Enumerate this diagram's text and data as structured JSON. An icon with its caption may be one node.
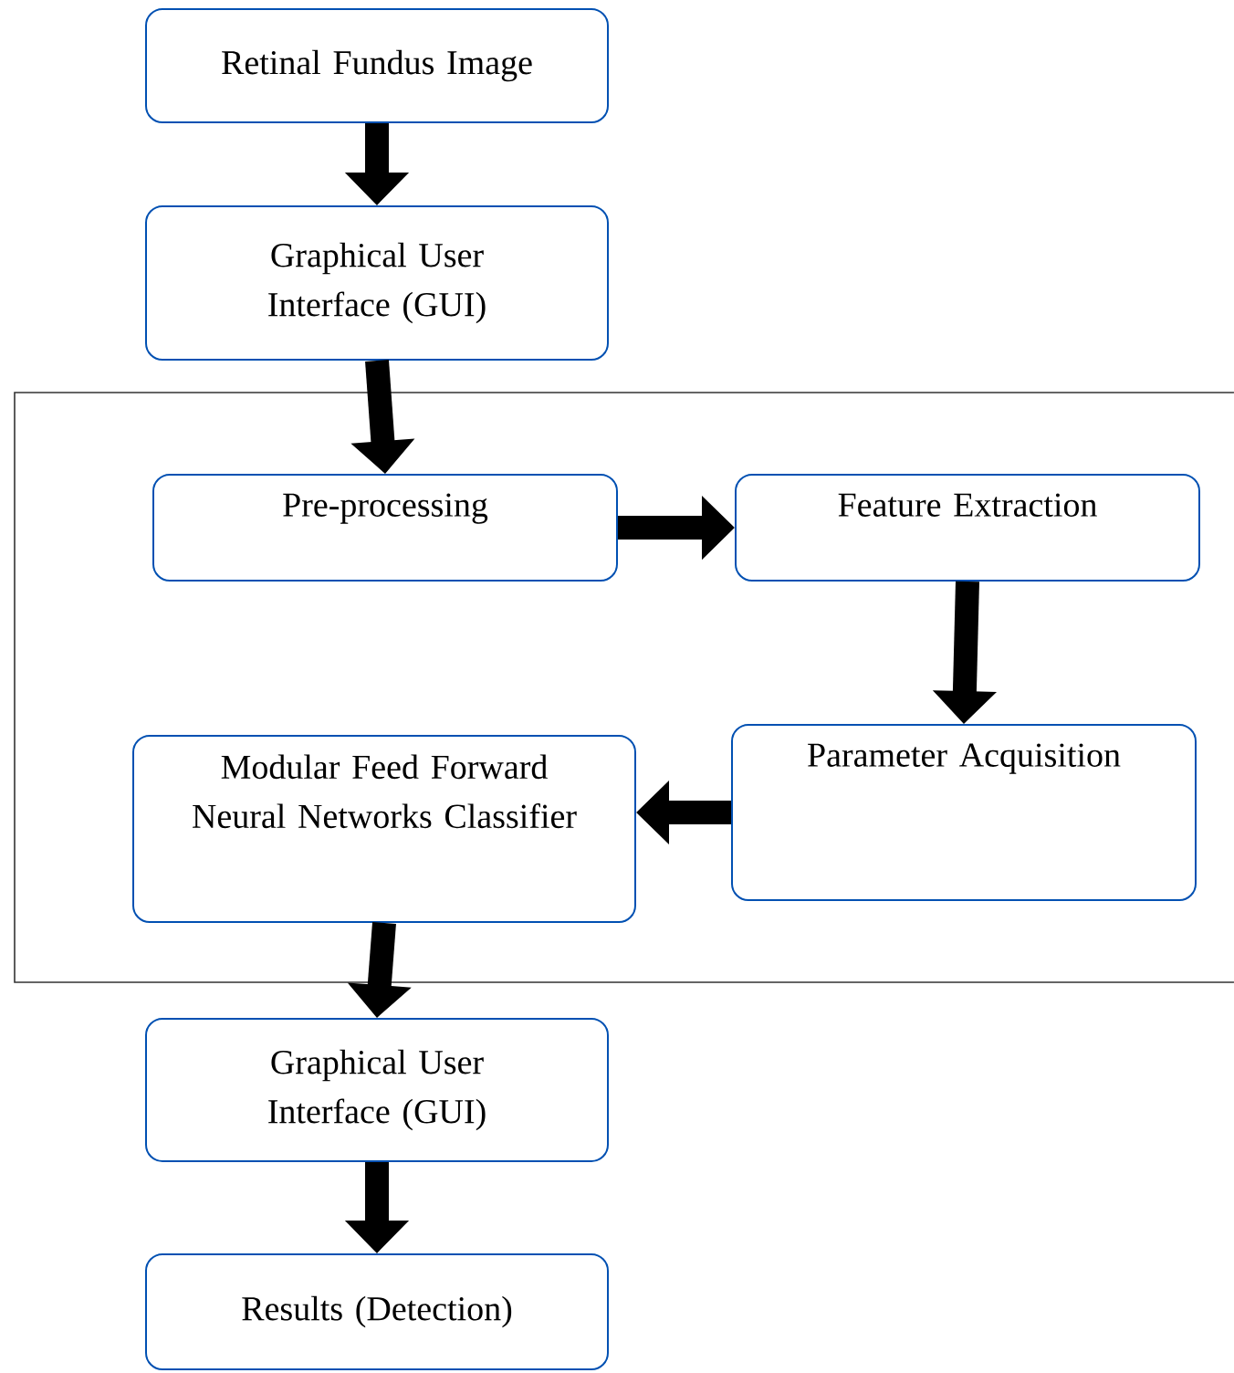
{
  "diagram": {
    "nodes": [
      {
        "text": [
          "Retinal Fundus Image"
        ]
      },
      {
        "text": [
          "Graphical User Interface (GUI)"
        ]
      },
      {
        "text": [
          "Pre-processing"
        ]
      },
      {
        "text": [
          "Feature Extraction"
        ]
      },
      {
        "text": [
          "Parameter Acquisition"
        ]
      },
      {
        "text": [
          "Modular Feed Forward Neural Networks Classifier"
        ]
      },
      {
        "text": [
          "Graphical User Interface (GUI)"
        ]
      },
      {
        "text": [
          "Results (Detection)"
        ]
      }
    ],
    "edges": [
      {
        "from": 0,
        "to": 1,
        "arrow": "to"
      },
      {
        "from": 1,
        "to": 2,
        "arrow": "to"
      },
      {
        "from": 2,
        "to": 3,
        "arrow": "to"
      },
      {
        "from": 3,
        "to": 4,
        "arrow": "to"
      },
      {
        "from": 4,
        "to": 5,
        "arrow": "to"
      },
      {
        "from": 5,
        "to": 6,
        "arrow": "to"
      },
      {
        "from": 6,
        "to": 7,
        "arrow": "to"
      }
    ]
  }
}
